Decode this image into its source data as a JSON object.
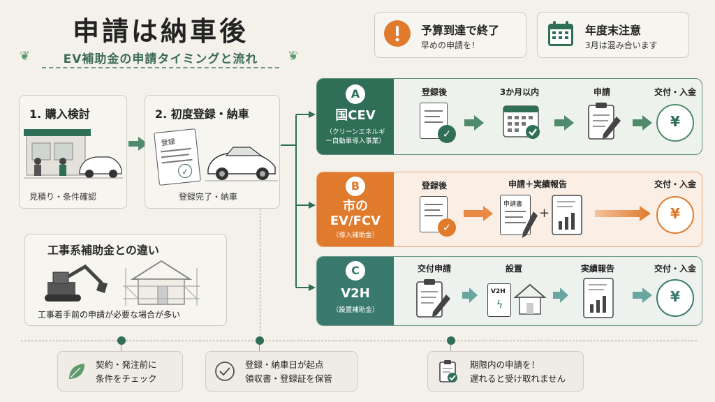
{
  "header": {
    "title": "申請は納車後",
    "subtitle": "EV補助金の申請タイミングと流れ"
  },
  "alerts": [
    {
      "title": "予算到達で終了",
      "sub": "早めの申請を！",
      "icon": "warning-icon"
    },
    {
      "title": "年度末注意",
      "sub": "3月は混み合います",
      "icon": "calendar-icon"
    }
  ],
  "steps": [
    {
      "title": "1. 購入検討",
      "caption": "見積り・条件確認"
    },
    {
      "title": "2. 初度登録・納車",
      "caption": "登録完了・納車",
      "doc_label": "登録"
    }
  ],
  "construction": {
    "title": "工事系補助金との違い",
    "caption": "工事着手前の申請が必要な場合が多い"
  },
  "routes": [
    {
      "letter": "A",
      "name": "国CEV",
      "note": "（クリーンエネルギー自動車導入事業）",
      "stages": [
        "登録後",
        "3か月以内",
        "申請",
        "交付・入金"
      ],
      "color": "#2f6e57"
    },
    {
      "letter": "B",
      "name": "市の\nEV/FCV",
      "note": "（導入補助金）",
      "stages": [
        "登録後",
        "申請＋実績報告",
        "交付・入金"
      ],
      "doc_label": "申請書",
      "color": "#e07a2c"
    },
    {
      "letter": "C",
      "name": "V2H",
      "note": "（設置補助金）",
      "stages": [
        "交付申請",
        "設置",
        "実績報告",
        "交付・入金"
      ],
      "device_label": "V2H",
      "color": "#3a7a6e"
    }
  ],
  "yen": "¥",
  "check": "✓",
  "plus": "+",
  "bottom_notes": [
    {
      "line1": "契約・発注前に",
      "line2": "条件をチェック",
      "icon": "leaf-icon"
    },
    {
      "line1": "登録・納車日が起点",
      "line2": "領収書・登録証を保管",
      "icon": "check-circle-icon"
    },
    {
      "line1": "期限内の申請を！",
      "line2": "遅れると受け取れません",
      "icon": "clipboard-check-icon"
    }
  ]
}
